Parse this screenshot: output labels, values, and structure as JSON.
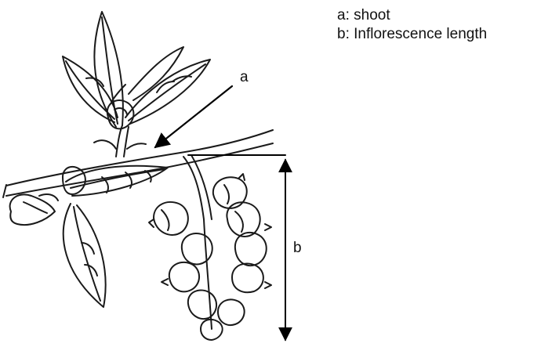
{
  "legend": {
    "a": "a: shoot",
    "b": "b: Inflorescence length"
  },
  "callouts": {
    "a": "a",
    "b": "b"
  }
}
